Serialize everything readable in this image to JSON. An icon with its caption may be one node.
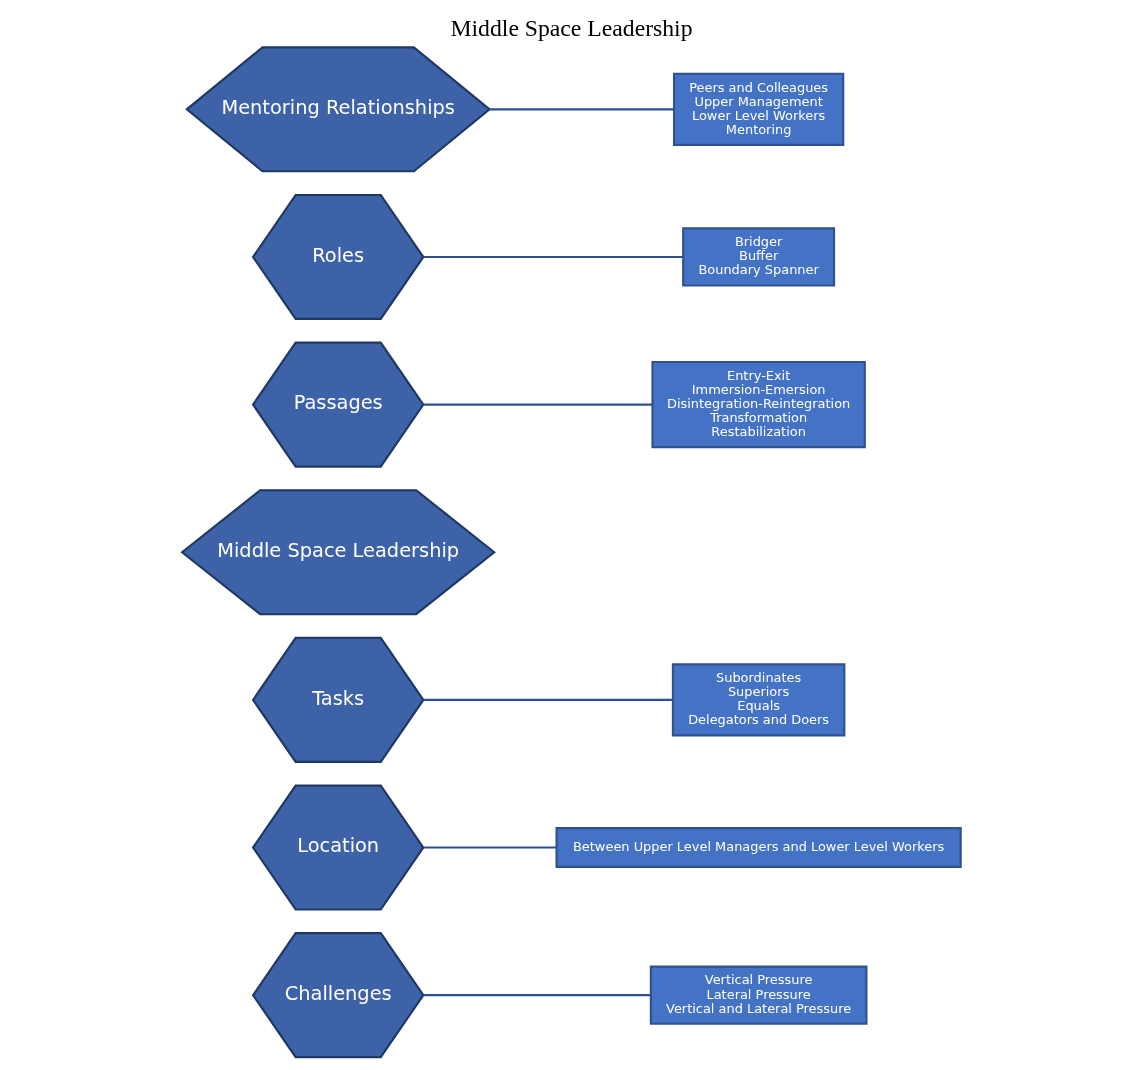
{
  "diagram": {
    "title": "Middle Space Leadership",
    "nodes": [
      {
        "text": [
          "Vertical Pressure",
          "Lateral Pressure",
          "Vertical and Lateral Pressure"
        ]
      },
      {
        "text": [
          "Location"
        ]
      },
      {
        "text": [
          "Between Upper Level Managers and Lower Level Workers"
        ]
      },
      {
        "text": [
          "Challenges"
        ]
      },
      {
        "text": [
          "Tasks"
        ]
      },
      {
        "text": [
          "Subordinates",
          "Superiors",
          "Equals",
          "Delegators and Doers"
        ]
      },
      {
        "text": [
          "Middle Space Leadership"
        ]
      },
      {
        "text": [
          "Passages"
        ]
      },
      {
        "text": [
          "Roles"
        ]
      },
      {
        "text": [
          "Bridger",
          "Buffer",
          "Boundary Spanner"
        ]
      },
      {
        "text": [
          "Mentoring Relationships"
        ]
      },
      {
        "text": [
          "Peers and Colleagues",
          "Upper Management",
          "Lower Level Workers",
          "Mentoring"
        ]
      },
      {
        "text": [
          "Entry-Exit",
          "Immersion-Emersion",
          "Disintegration-Reintegration",
          "Transformation",
          "Restabilization"
        ]
      }
    ],
    "edges": [
      {
        "from": 3,
        "to": 0,
        "arrow": "none"
      },
      {
        "from": 1,
        "to": 2,
        "arrow": "none"
      },
      {
        "from": 4,
        "to": 5,
        "arrow": "none"
      },
      {
        "from": 8,
        "to": 9,
        "arrow": "none"
      },
      {
        "from": 10,
        "to": 11,
        "arrow": "none"
      },
      {
        "from": 7,
        "to": 12,
        "arrow": "none"
      }
    ]
  }
}
